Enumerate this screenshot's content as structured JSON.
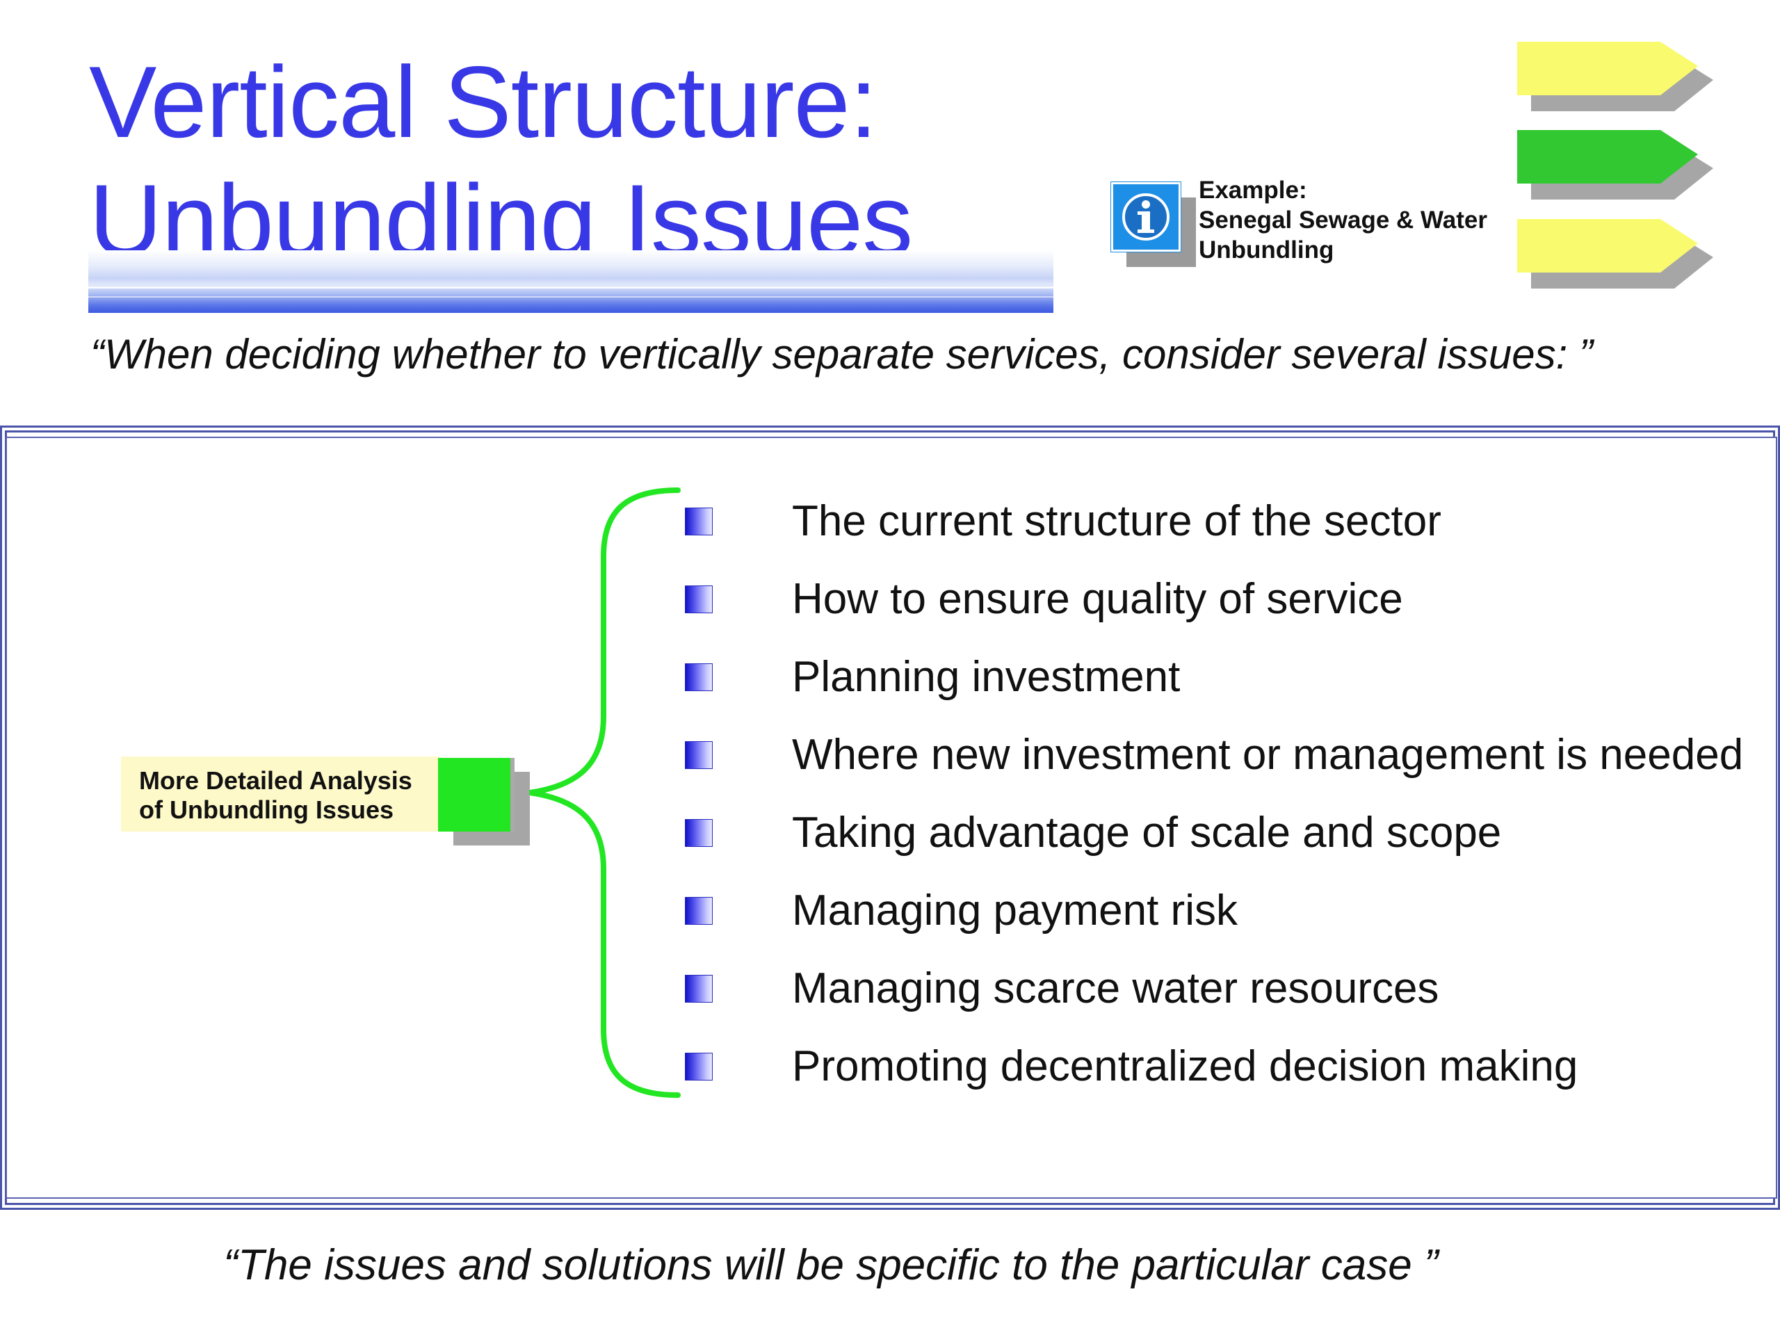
{
  "title": {
    "line1": "Vertical Structure:",
    "line2": "Unbundling Issues"
  },
  "info_box": {
    "icon": "info-icon",
    "text_line1": "Example:",
    "text_line2": "Senegal Sewage & Water",
    "text_line3": "Unbundling"
  },
  "nav_arrows": [
    {
      "icon": "arrow-right-icon",
      "color": "#fafa6e"
    },
    {
      "icon": "arrow-right-icon",
      "color": "#32c832"
    },
    {
      "icon": "arrow-right-icon",
      "color": "#fafa6e"
    }
  ],
  "quote_top": "“When deciding whether to vertically separate services, consider several issues: ”",
  "analysis": {
    "line1": "More Detailed Analysis",
    "line2": "of Unbundling Issues",
    "square_color": "#22e622"
  },
  "issues": [
    "The current structure of the sector",
    "How to ensure quality of service",
    "Planning investment",
    "Where new investment or management is needed",
    "Taking advantage of scale and scope",
    "Managing payment risk",
    "Managing scarce water resources",
    "Promoting decentralized decision making"
  ],
  "quote_bottom": "“The issues and solutions will be specific to the particular case ”",
  "colors": {
    "title": "#3838e6",
    "frame": "#4a54a8",
    "brace": "#22e622"
  }
}
